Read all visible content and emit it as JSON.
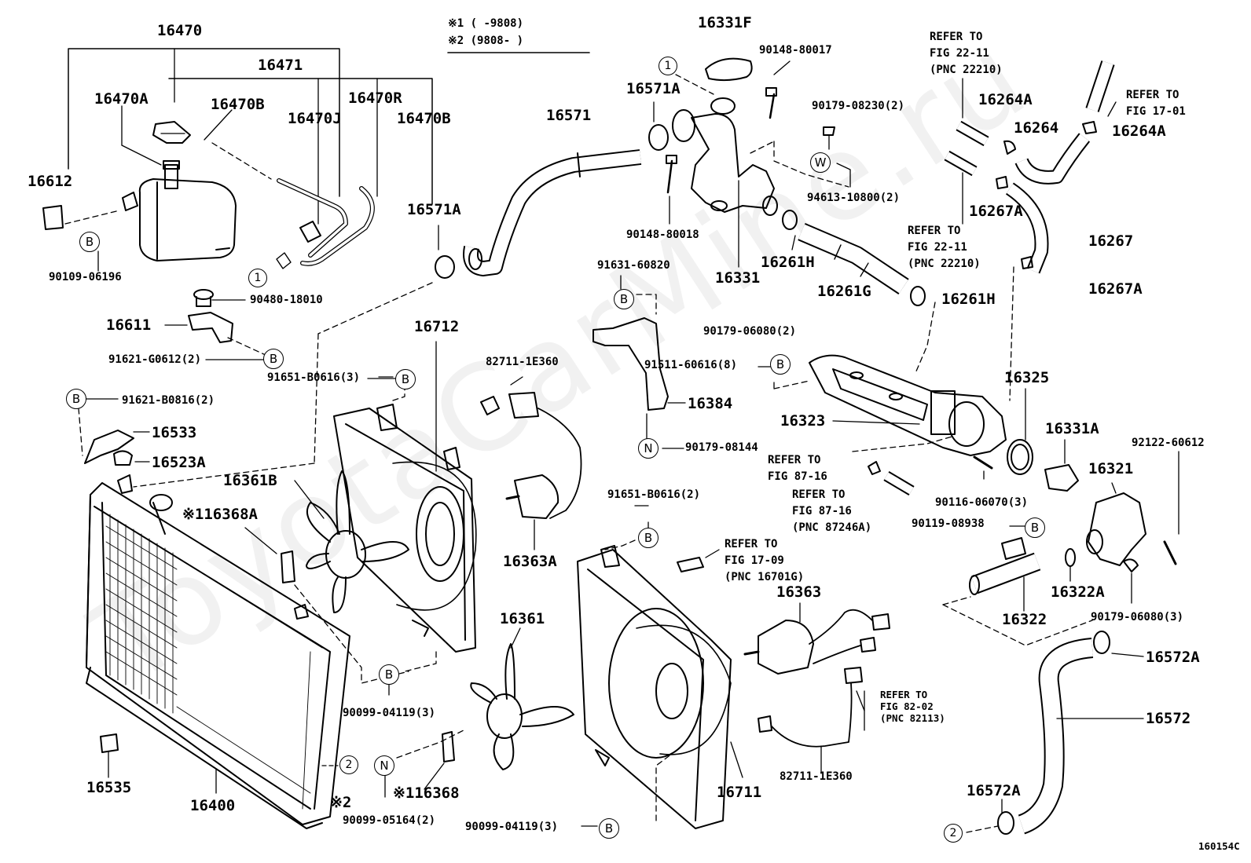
{
  "legend": {
    "line1": "※1 (     -9808)",
    "line2": "※2 (9808-     )"
  },
  "watermark": "ToyotaCarMine.ru",
  "figure_id": "160154C",
  "callout_letters": {
    "B": "B",
    "N": "N",
    "W": "W",
    "one": "1",
    "two": "2"
  },
  "parts": {
    "p16470": "16470",
    "p16471": "16471",
    "p16470A": "16470A",
    "p16470B_a": "16470B",
    "p16470R": "16470R",
    "p16470J": "16470J",
    "p16470B_b": "16470B",
    "p16612": "16612",
    "p90109_06196": "90109-06196",
    "p90480_18010": "90480-18010",
    "p16611": "16611",
    "p91621_G0612": "91621-G0612(2)",
    "p91651_B0616_3": "91651-B0616(3)",
    "p91621_B0816": "91621-B0816(2)",
    "p16533": "16533",
    "p16523A": "16523A",
    "p16361B": "16361B",
    "p16368A": "※116368A",
    "p16712": "16712",
    "p16571A_a": "16571A",
    "p16571": "16571",
    "p16571A_b": "16571A",
    "p16331F": "16331F",
    "p90148_80017": "90148-80017",
    "p90179_08230": "90179-08230(2)",
    "p94613_10800": "94613-10800(2)",
    "p90148_80018": "90148-80018",
    "p16331": "16331",
    "p16261H_a": "16261H",
    "p16261G": "16261G",
    "p16261H_b": "16261H",
    "p16264A_a": "16264A",
    "p16264": "16264",
    "p16264A_b": "16264A",
    "p16267A_a": "16267A",
    "p16267": "16267",
    "p16267A_b": "16267A",
    "p91631_60820": "91631-60820",
    "p82711_1E360_a": "82711-1E360",
    "p91511_60616": "91511-60616(8)",
    "p16384": "16384",
    "p90179_08144": "90179-08144",
    "p90179_06080_2": "90179-06080(2)",
    "p16325": "16325",
    "p16323": "16323",
    "p16331A": "16331A",
    "p92122_60612": "92122-60612",
    "p16321": "16321",
    "p90116_06070": "90116-06070(3)",
    "p90119_08938": "90119-08938",
    "p16322A": "16322A",
    "p16322": "16322",
    "p90179_06080_3": "90179-06080(3)",
    "p16572A_a": "16572A",
    "p16572": "16572",
    "p16572A_b": "16572A",
    "p16363A": "16363A",
    "p91651_B0616_2": "91651-B0616(2)",
    "p16363": "16363",
    "p16361": "16361",
    "p90099_04119_a": "90099-04119(3)",
    "p16368": "※116368",
    "p90099_05164": "90099-05164(2)",
    "p90099_04119_b": "90099-04119(3)",
    "p16711": "16711",
    "p82711_1E360_b": "82711-1E360",
    "p16535": "16535",
    "p16400": "16400",
    "p_star2": "※2"
  },
  "refers": {
    "r22_11_top": [
      "REFER TO",
      "FIG 22-11",
      "(PNC 22210)"
    ],
    "r17_01": [
      "REFER TO",
      "FIG 17-01"
    ],
    "r22_11_mid": [
      "REFER TO",
      "FIG 22-11",
      "(PNC 22210)"
    ],
    "r87_16_a": [
      "REFER TO",
      "FIG 87-16"
    ],
    "r87_16_b": [
      "REFER TO",
      "FIG 87-16",
      "(PNC 87246A)"
    ],
    "r17_09": [
      "REFER TO",
      "FIG 17-09",
      "(PNC 16701G)"
    ],
    "r82_02": [
      "REFER TO",
      "FIG 82-02",
      "(PNC 82113)"
    ]
  }
}
